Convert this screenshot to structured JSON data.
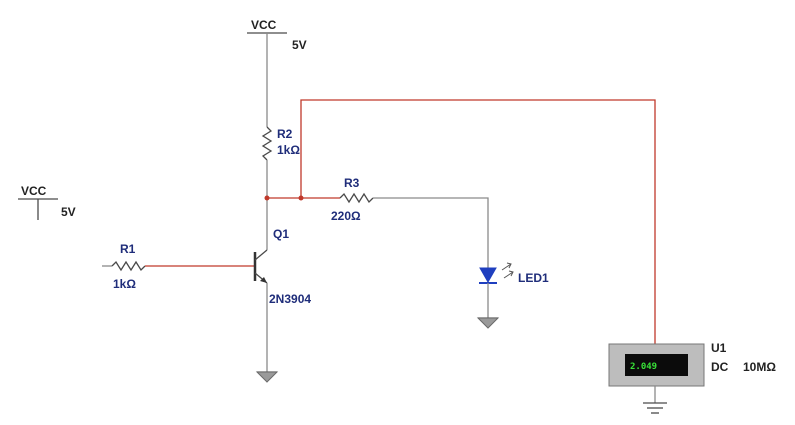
{
  "power": {
    "vcc_top": {
      "label": "VCC",
      "value": "5V"
    },
    "vcc_left": {
      "label": "VCC",
      "value": "5V"
    }
  },
  "components": {
    "r1": {
      "name": "R1",
      "value": "1kΩ"
    },
    "r2": {
      "name": "R2",
      "value": "1kΩ"
    },
    "r3": {
      "name": "R3",
      "value": "220Ω"
    },
    "q1": {
      "name": "Q1",
      "model": "2N3904"
    },
    "led1": {
      "name": "LED1"
    },
    "u1": {
      "name": "U1",
      "mode": "DC",
      "impedance": "10MΩ",
      "reading": "2.049"
    }
  },
  "colors": {
    "wire": "#8a8a8a",
    "active_wire": "#c0392b",
    "label": "#1f2d7a",
    "led": "#1f3fbf",
    "meter_body": "#bdbdbd",
    "meter_display": "#0b0b0b",
    "meter_digits": "#38e038"
  }
}
